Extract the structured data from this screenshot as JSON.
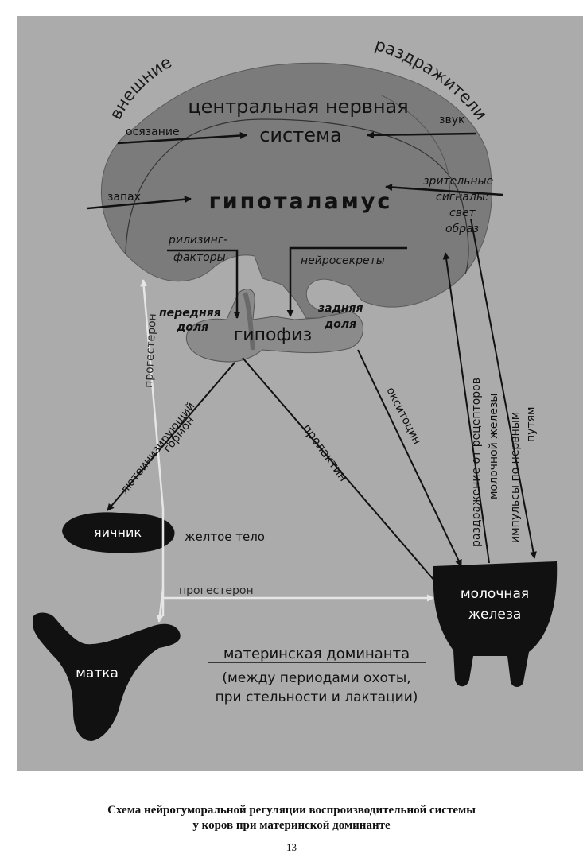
{
  "colors": {
    "background": "#ababab",
    "brain": "#7b7b7b",
    "pituitary": "#8b8b8b",
    "organ": "#111111",
    "arrow": "#111111",
    "progesterone_arrow": "#e6e6e6"
  },
  "labels": {
    "external": "внешние",
    "stimuli": "раздражители",
    "cns_line1": "центральная нервная",
    "cns_line2": "система",
    "touch": "осязание",
    "sound": "звук",
    "smell": "запах",
    "hypothalamus": "гипоталамус",
    "visual1": "зрительные",
    "visual2": "сигналы:",
    "visual3": "свет",
    "visual4": "образ",
    "releasing1": "рилизинг-",
    "releasing2": "факторы",
    "neurosecretions": "нейросекреты",
    "anterior1": "передняя",
    "anterior2": "доля",
    "posterior1": "задняя",
    "posterior2": "доля",
    "pituitary": "гипофиз",
    "progesterone_vertical": "прогестерон",
    "lh1": "лютеинизирующий",
    "lh2": "гормон",
    "prolactin": "пролактин",
    "oxytocin": "окситоцин",
    "receptor1": "раздражение от рецепторов",
    "receptor2": "молочной железы",
    "impulses1": "импульсы по нервным",
    "impulses2": "путям",
    "ovary": "яичник",
    "corpus_luteum": "желтое тело",
    "progesterone_horizontal": "прогестерон",
    "mammary1": "молочная",
    "mammary2": "железа",
    "uterus": "матка",
    "dominant_title": "материнская доминанта",
    "dominant_line2": "(между периодами охоты,",
    "dominant_line3": "при стельности и лактации)"
  },
  "caption": {
    "line1": "Схема нейрогуморальной регуляции воспроизводительной системы",
    "line2": "у коров при материнской доминанте"
  },
  "page_number": "13"
}
